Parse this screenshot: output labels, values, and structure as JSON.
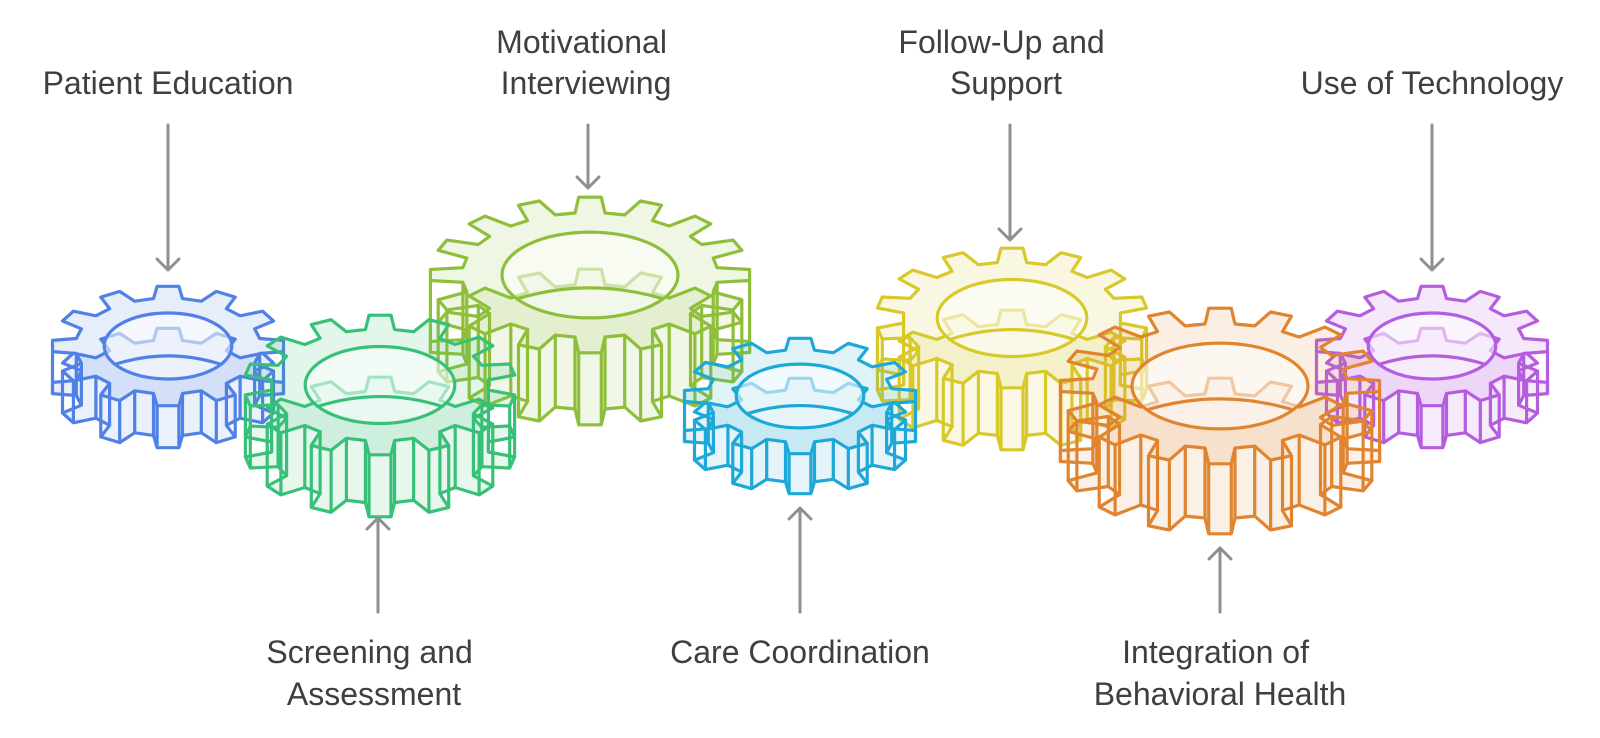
{
  "diagram": {
    "labels": {
      "patient_education": [
        "Patient Education"
      ],
      "screening": [
        "Screening and",
        "Assessment"
      ],
      "motivational": [
        "Motivational",
        "Interviewing"
      ],
      "care_coordination": [
        "Care Coordination"
      ],
      "follow_up": [
        "Follow-Up and",
        "Support"
      ],
      "behavioral_health": [
        "Integration of",
        "Behavioral Health"
      ],
      "technology": [
        "Use of Technology"
      ]
    },
    "colors": {
      "blue": "#4f81e6",
      "green": "#37c077",
      "lime": "#8fbf3a",
      "cyan": "#1ea8d8",
      "yellow": "#d8c92a",
      "orange": "#e08430",
      "purple": "#b55de0",
      "arrow": "#8f8f8f",
      "text": "#3f3f3f"
    }
  }
}
